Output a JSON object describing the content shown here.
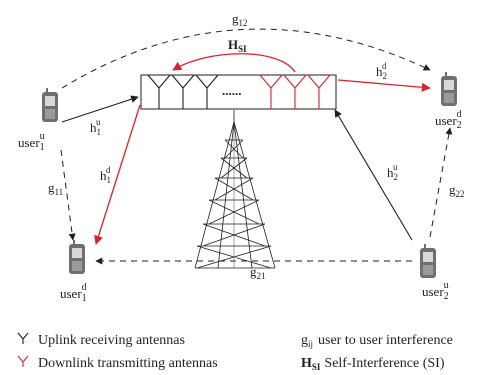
{
  "diagram": {
    "colors": {
      "black": "#1f1f1f",
      "red": "#e0202a",
      "phone_body": "#6f6f6f",
      "phone_screen": "#d8d8d8"
    },
    "labels": {
      "g12": {
        "base": "g",
        "sub": "12"
      },
      "g11": {
        "base": "g",
        "sub": "11"
      },
      "g22": {
        "base": "g",
        "sub": "22"
      },
      "g21": {
        "base": "g",
        "sub": "21"
      },
      "H_SI": {
        "base": "H",
        "sub": "SI"
      },
      "h1u": {
        "base": "h",
        "sub": "1",
        "sup": "u"
      },
      "h1d": {
        "base": "h",
        "sub": "1",
        "sup": "d"
      },
      "h2d": {
        "base": "h",
        "sub": "2",
        "sup": "d"
      },
      "h2u": {
        "base": "h",
        "sub": "2",
        "sup": "u"
      },
      "antenna_dots": "......"
    },
    "users": {
      "user1u": {
        "base": "user",
        "sub": "1",
        "sup": "u"
      },
      "user2d": {
        "base": "user",
        "sub": "2",
        "sup": "d"
      },
      "user1d": {
        "base": "user",
        "sub": "1",
        "sup": "d"
      },
      "user2u": {
        "base": "user",
        "sub": "2",
        "sup": "u"
      }
    }
  },
  "legend": {
    "uplink": "Uplink receiving antennas",
    "downlink": "Downlink transmitting antennas",
    "gij": {
      "base": "g",
      "sub": "ij",
      "text": "user to user interference"
    },
    "hsi": {
      "base": "H",
      "sub": "SI",
      "text": "Self-Interference (SI)"
    }
  }
}
